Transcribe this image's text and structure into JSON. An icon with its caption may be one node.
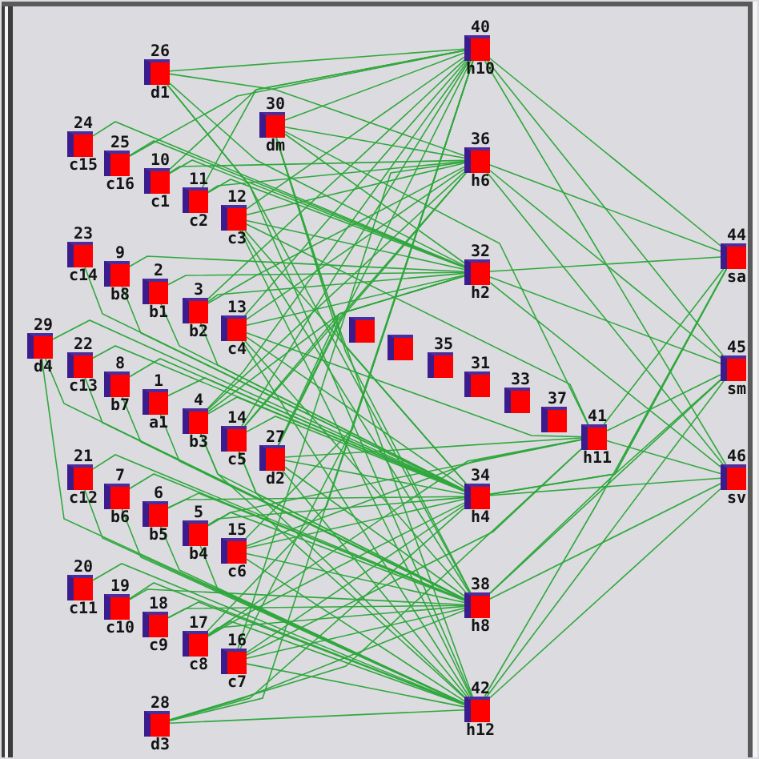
{
  "diagram": {
    "nodes": [
      {
        "text": [
          "1",
          "a1"
        ]
      },
      {
        "text": [
          "2",
          "b1"
        ]
      },
      {
        "text": [
          "3",
          "b2"
        ]
      },
      {
        "text": [
          "4",
          "b3"
        ]
      },
      {
        "text": [
          "5",
          "b4"
        ]
      },
      {
        "text": [
          "6",
          "b5"
        ]
      },
      {
        "text": [
          "7",
          "b6"
        ]
      },
      {
        "text": [
          "8",
          "b7"
        ]
      },
      {
        "text": [
          "9",
          "b8"
        ]
      },
      {
        "text": [
          "10",
          "c1"
        ]
      },
      {
        "text": [
          "11",
          "c2"
        ]
      },
      {
        "text": [
          "12",
          "c3"
        ]
      },
      {
        "text": [
          "13",
          "c4"
        ]
      },
      {
        "text": [
          "14",
          "c5"
        ]
      },
      {
        "text": [
          "15",
          "c6"
        ]
      },
      {
        "text": [
          "16",
          "c7"
        ]
      },
      {
        "text": [
          "17",
          "c8"
        ]
      },
      {
        "text": [
          "18",
          "c9"
        ]
      },
      {
        "text": [
          "19",
          "c10"
        ]
      },
      {
        "text": [
          "20",
          "c11"
        ]
      },
      {
        "text": [
          "21",
          "c12"
        ]
      },
      {
        "text": [
          "22",
          "c13"
        ]
      },
      {
        "text": [
          "23",
          "c14"
        ]
      },
      {
        "text": [
          "24",
          "c15"
        ]
      },
      {
        "text": [
          "25",
          "c16"
        ]
      },
      {
        "text": [
          "26",
          "d1"
        ]
      },
      {
        "text": [
          "27",
          "d2"
        ]
      },
      {
        "text": [
          "28",
          "d3"
        ]
      },
      {
        "text": [
          "29",
          "d4"
        ]
      },
      {
        "text": [
          "30",
          "dm"
        ]
      },
      {
        "text": [
          "31"
        ]
      },
      {
        "text": [
          "32",
          "h2"
        ]
      },
      {
        "text": [
          "33"
        ]
      },
      {
        "text": [
          "34",
          "h4"
        ]
      },
      {
        "text": [
          "35"
        ]
      },
      {
        "text": [
          "36",
          "h6"
        ]
      },
      {
        "text": [
          "37"
        ]
      },
      {
        "text": [
          "38",
          "h8"
        ]
      },
      {
        "text": [],
        "shape": "box"
      },
      {
        "text": [
          "40",
          "h10"
        ]
      },
      {
        "text": [
          "41",
          "h11"
        ]
      },
      {
        "text": [
          "42",
          "h12"
        ]
      },
      {
        "text": [],
        "shape": "box"
      },
      {
        "text": [
          "44",
          "sa"
        ]
      },
      {
        "text": [
          "45",
          "sm"
        ]
      },
      {
        "text": [
          "46",
          "sv"
        ]
      }
    ],
    "edges": [
      {
        "from": 0,
        "to": 33,
        "arrow": "none"
      },
      {
        "from": 0,
        "to": 37,
        "arrow": "none"
      },
      {
        "from": 1,
        "to": 31,
        "arrow": "none"
      },
      {
        "from": 1,
        "to": 33,
        "arrow": "none"
      },
      {
        "from": 2,
        "to": 39,
        "arrow": "none"
      },
      {
        "from": 2,
        "to": 35,
        "arrow": "none"
      },
      {
        "from": 2,
        "to": 31,
        "arrow": "none"
      },
      {
        "from": 2,
        "to": 33,
        "arrow": "none"
      },
      {
        "from": 3,
        "to": 39,
        "arrow": "none"
      },
      {
        "from": 3,
        "to": 35,
        "arrow": "none"
      },
      {
        "from": 3,
        "to": 31,
        "arrow": "none"
      },
      {
        "from": 3,
        "to": 33,
        "arrow": "none"
      },
      {
        "from": 3,
        "to": 37,
        "arrow": "none"
      },
      {
        "from": 3,
        "to": 41,
        "arrow": "none"
      },
      {
        "from": 4,
        "to": 40,
        "arrow": "none"
      },
      {
        "from": 4,
        "to": 33,
        "arrow": "none"
      },
      {
        "from": 4,
        "to": 37,
        "arrow": "none"
      },
      {
        "from": 4,
        "to": 41,
        "arrow": "none"
      },
      {
        "from": 5,
        "to": 33,
        "arrow": "none"
      },
      {
        "from": 5,
        "to": 37,
        "arrow": "none"
      },
      {
        "from": 5,
        "to": 41,
        "arrow": "none"
      },
      {
        "from": 6,
        "to": 37,
        "arrow": "none"
      },
      {
        "from": 6,
        "to": 41,
        "arrow": "none"
      },
      {
        "from": 7,
        "to": 33,
        "arrow": "none"
      },
      {
        "from": 7,
        "to": 37,
        "arrow": "none"
      },
      {
        "from": 8,
        "to": 31,
        "arrow": "none"
      },
      {
        "from": 8,
        "to": 33,
        "arrow": "none"
      },
      {
        "from": 9,
        "to": 39,
        "arrow": "none"
      },
      {
        "from": 9,
        "to": 35,
        "arrow": "none"
      },
      {
        "from": 9,
        "to": 31,
        "arrow": "none"
      },
      {
        "from": 10,
        "to": 39,
        "arrow": "none"
      },
      {
        "from": 10,
        "to": 35,
        "arrow": "none"
      },
      {
        "from": 10,
        "to": 31,
        "arrow": "none"
      },
      {
        "from": 11,
        "to": 39,
        "arrow": "none"
      },
      {
        "from": 11,
        "to": 35,
        "arrow": "none"
      },
      {
        "from": 11,
        "to": 31,
        "arrow": "none"
      },
      {
        "from": 11,
        "to": 40,
        "arrow": "none"
      },
      {
        "from": 11,
        "to": 33,
        "arrow": "none"
      },
      {
        "from": 11,
        "to": 37,
        "arrow": "none"
      },
      {
        "from": 11,
        "to": 41,
        "arrow": "none"
      },
      {
        "from": 12,
        "to": 39,
        "arrow": "none"
      },
      {
        "from": 12,
        "to": 35,
        "arrow": "none"
      },
      {
        "from": 12,
        "to": 31,
        "arrow": "none"
      },
      {
        "from": 12,
        "to": 40,
        "arrow": "none"
      },
      {
        "from": 12,
        "to": 33,
        "arrow": "none"
      },
      {
        "from": 12,
        "to": 37,
        "arrow": "none"
      },
      {
        "from": 12,
        "to": 41,
        "arrow": "none"
      },
      {
        "from": 13,
        "to": 39,
        "arrow": "none"
      },
      {
        "from": 13,
        "to": 35,
        "arrow": "none"
      },
      {
        "from": 13,
        "to": 31,
        "arrow": "none"
      },
      {
        "from": 13,
        "to": 33,
        "arrow": "none"
      },
      {
        "from": 13,
        "to": 37,
        "arrow": "none"
      },
      {
        "from": 13,
        "to": 41,
        "arrow": "none"
      },
      {
        "from": 14,
        "to": 39,
        "arrow": "none"
      },
      {
        "from": 14,
        "to": 40,
        "arrow": "none"
      },
      {
        "from": 14,
        "to": 33,
        "arrow": "none"
      },
      {
        "from": 14,
        "to": 37,
        "arrow": "none"
      },
      {
        "from": 14,
        "to": 41,
        "arrow": "none"
      },
      {
        "from": 15,
        "to": 39,
        "arrow": "none"
      },
      {
        "from": 15,
        "to": 35,
        "arrow": "none"
      },
      {
        "from": 15,
        "to": 40,
        "arrow": "none"
      },
      {
        "from": 15,
        "to": 33,
        "arrow": "none"
      },
      {
        "from": 15,
        "to": 37,
        "arrow": "none"
      },
      {
        "from": 15,
        "to": 41,
        "arrow": "none"
      },
      {
        "from": 16,
        "to": 39,
        "arrow": "none"
      },
      {
        "from": 16,
        "to": 40,
        "arrow": "none"
      },
      {
        "from": 16,
        "to": 33,
        "arrow": "none"
      },
      {
        "from": 16,
        "to": 37,
        "arrow": "none"
      },
      {
        "from": 16,
        "to": 41,
        "arrow": "none"
      },
      {
        "from": 17,
        "to": 37,
        "arrow": "none"
      },
      {
        "from": 17,
        "to": 41,
        "arrow": "none"
      },
      {
        "from": 18,
        "to": 37,
        "arrow": "none"
      },
      {
        "from": 18,
        "to": 41,
        "arrow": "none"
      },
      {
        "from": 19,
        "to": 41,
        "arrow": "none"
      },
      {
        "from": 20,
        "to": 37,
        "arrow": "none"
      },
      {
        "from": 20,
        "to": 41,
        "arrow": "none"
      },
      {
        "from": 21,
        "to": 33,
        "arrow": "none"
      },
      {
        "from": 21,
        "to": 37,
        "arrow": "none"
      },
      {
        "from": 22,
        "to": 33,
        "arrow": "none"
      },
      {
        "from": 23,
        "to": 31,
        "arrow": "none"
      },
      {
        "from": 24,
        "to": 39,
        "arrow": "none"
      },
      {
        "from": 24,
        "to": 31,
        "arrow": "none"
      },
      {
        "from": 25,
        "to": 39,
        "arrow": "none"
      },
      {
        "from": 25,
        "to": 35,
        "arrow": "none"
      },
      {
        "from": 25,
        "to": 31,
        "arrow": "none"
      },
      {
        "from": 25,
        "to": 37,
        "arrow": "none"
      },
      {
        "from": 25,
        "to": 41,
        "arrow": "none"
      },
      {
        "from": 26,
        "to": 39,
        "arrow": "none"
      },
      {
        "from": 26,
        "to": 35,
        "arrow": "none"
      },
      {
        "from": 26,
        "to": 31,
        "arrow": "none"
      },
      {
        "from": 26,
        "to": 40,
        "arrow": "none"
      },
      {
        "from": 26,
        "to": 33,
        "arrow": "none"
      },
      {
        "from": 26,
        "to": 37,
        "arrow": "none"
      },
      {
        "from": 26,
        "to": 41,
        "arrow": "none"
      },
      {
        "from": 27,
        "to": 39,
        "arrow": "none"
      },
      {
        "from": 27,
        "to": 40,
        "arrow": "none"
      },
      {
        "from": 27,
        "to": 33,
        "arrow": "none"
      },
      {
        "from": 27,
        "to": 37,
        "arrow": "none"
      },
      {
        "from": 27,
        "to": 41,
        "arrow": "none"
      },
      {
        "from": 28,
        "to": 33,
        "arrow": "none"
      },
      {
        "from": 28,
        "to": 37,
        "arrow": "none"
      },
      {
        "from": 28,
        "to": 41,
        "arrow": "none"
      },
      {
        "from": 29,
        "to": 39,
        "arrow": "none"
      },
      {
        "from": 29,
        "to": 35,
        "arrow": "none"
      },
      {
        "from": 29,
        "to": 31,
        "arrow": "none"
      },
      {
        "from": 29,
        "to": 40,
        "arrow": "none"
      },
      {
        "from": 29,
        "to": 33,
        "arrow": "none"
      },
      {
        "from": 29,
        "to": 37,
        "arrow": "none"
      },
      {
        "from": 29,
        "to": 41,
        "arrow": "none"
      },
      {
        "from": 39,
        "to": 43,
        "arrow": "none"
      },
      {
        "from": 39,
        "to": 44,
        "arrow": "none"
      },
      {
        "from": 39,
        "to": 45,
        "arrow": "none"
      },
      {
        "from": 35,
        "to": 43,
        "arrow": "none"
      },
      {
        "from": 35,
        "to": 44,
        "arrow": "none"
      },
      {
        "from": 35,
        "to": 45,
        "arrow": "none"
      },
      {
        "from": 31,
        "to": 43,
        "arrow": "none"
      },
      {
        "from": 31,
        "to": 44,
        "arrow": "none"
      },
      {
        "from": 31,
        "to": 45,
        "arrow": "none"
      },
      {
        "from": 40,
        "to": 43,
        "arrow": "none"
      },
      {
        "from": 40,
        "to": 44,
        "arrow": "none"
      },
      {
        "from": 40,
        "to": 45,
        "arrow": "none"
      },
      {
        "from": 33,
        "to": 43,
        "arrow": "none"
      },
      {
        "from": 33,
        "to": 44,
        "arrow": "none"
      },
      {
        "from": 33,
        "to": 45,
        "arrow": "none"
      },
      {
        "from": 37,
        "to": 43,
        "arrow": "none"
      },
      {
        "from": 37,
        "to": 44,
        "arrow": "none"
      },
      {
        "from": 37,
        "to": 45,
        "arrow": "none"
      },
      {
        "from": 41,
        "to": 43,
        "arrow": "none"
      },
      {
        "from": 41,
        "to": 44,
        "arrow": "none"
      },
      {
        "from": 41,
        "to": 45,
        "arrow": "none"
      }
    ]
  }
}
